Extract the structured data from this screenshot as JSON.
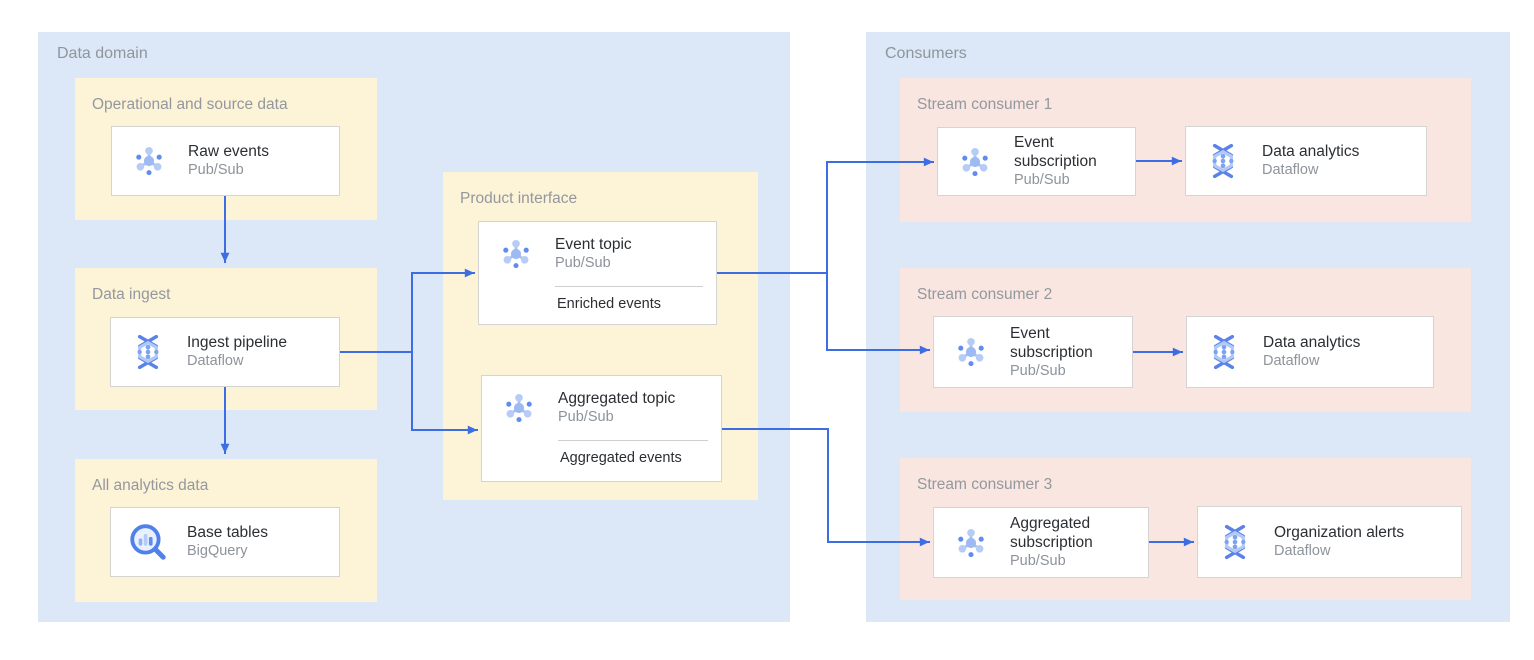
{
  "colors": {
    "region_blue": "#dce8f7",
    "group_yellow": "#fdf3d7",
    "group_pink": "#f9e6e1",
    "arrow_blue": "#3c6de2",
    "card_border": "#d4d4d4",
    "label_gray": "#8f959b",
    "title_dark": "#2b2e33",
    "subtitle_gray": "#8d939a"
  },
  "regions": {
    "data_domain": {
      "label": "Data domain"
    },
    "consumers": {
      "label": "Consumers"
    }
  },
  "groups": {
    "operational": {
      "label": "Operational and source data"
    },
    "data_ingest": {
      "label": "Data ingest"
    },
    "all_analytics": {
      "label": "All analytics data"
    },
    "product_interface": {
      "label": "Product interface"
    },
    "stream_consumer_1": {
      "label": "Stream consumer 1"
    },
    "stream_consumer_2": {
      "label": "Stream consumer 2"
    },
    "stream_consumer_3": {
      "label": "Stream consumer 3"
    }
  },
  "nodes": {
    "raw_events": {
      "title": "Raw events",
      "product": "Pub/Sub",
      "icon": "pubsub-icon"
    },
    "ingest_pipeline": {
      "title": "Ingest pipeline",
      "product": "Dataflow",
      "icon": "dataflow-icon"
    },
    "base_tables": {
      "title": "Base tables",
      "product": "BigQuery",
      "icon": "bigquery-icon"
    },
    "event_topic": {
      "title": "Event topic",
      "product": "Pub/Sub",
      "tag": "Enriched events",
      "icon": "pubsub-icon"
    },
    "aggregated_topic": {
      "title": "Aggregated topic",
      "product": "Pub/Sub",
      "tag": "Aggregated events",
      "icon": "pubsub-icon"
    },
    "event_subscription_1": {
      "title": "Event subscription",
      "product": "Pub/Sub",
      "icon": "pubsub-icon"
    },
    "data_analytics_1": {
      "title": "Data analytics",
      "product": "Dataflow",
      "icon": "dataflow-icon"
    },
    "event_subscription_2": {
      "title": "Event subscription",
      "product": "Pub/Sub",
      "icon": "pubsub-icon"
    },
    "data_analytics_2": {
      "title": "Data analytics",
      "product": "Dataflow",
      "icon": "dataflow-icon"
    },
    "aggregated_subscription": {
      "title": "Aggregated subscription",
      "product": "Pub/Sub",
      "icon": "pubsub-icon"
    },
    "organization_alerts": {
      "title": "Organization alerts",
      "product": "Dataflow",
      "icon": "dataflow-icon"
    }
  },
  "edges": [
    {
      "from": "raw_events",
      "to": "data_ingest"
    },
    {
      "from": "ingest_pipeline",
      "to": "all_analytics"
    },
    {
      "from": "ingest_pipeline",
      "to": "event_topic"
    },
    {
      "from": "ingest_pipeline",
      "to": "aggregated_topic"
    },
    {
      "from": "event_topic",
      "to": "event_subscription_1"
    },
    {
      "from": "event_topic",
      "to": "event_subscription_2"
    },
    {
      "from": "aggregated_topic",
      "to": "aggregated_subscription"
    },
    {
      "from": "event_subscription_1",
      "to": "data_analytics_1"
    },
    {
      "from": "event_subscription_2",
      "to": "data_analytics_2"
    },
    {
      "from": "aggregated_subscription",
      "to": "organization_alerts"
    }
  ]
}
